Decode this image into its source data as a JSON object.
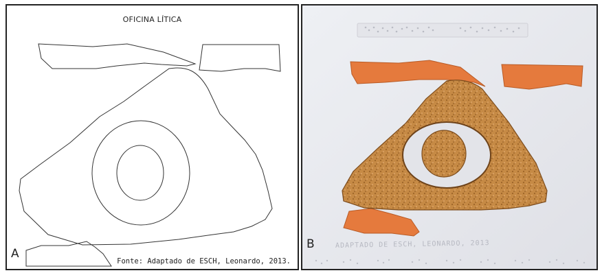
{
  "panel_a": {
    "title": "OFICINA LÍTICA",
    "letter": "A",
    "source": "Fonte: Adaptado de ESCH, Leonardo, 2013."
  },
  "panel_b": {
    "letter": "B",
    "embossed_text": "ADAPTADO DE ESCH, LEONARDO, 2013"
  },
  "colors": {
    "outline": "#333333",
    "cork": "#c68a45",
    "orange_foam": "#e57a3d",
    "paper": "#e9eaee"
  }
}
